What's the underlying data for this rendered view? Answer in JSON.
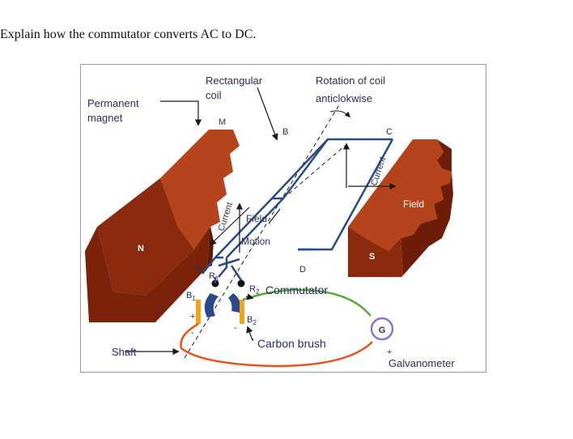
{
  "question": "Explain how the commutator converts AC to DC.",
  "labels": {
    "permanent_magnet_line1": "Permanent",
    "permanent_magnet_line2": "magnet",
    "rectangular_coil_line1": "Rectangular",
    "rectangular_coil_line2": "coil",
    "rotation_line1": "Rotation of coil",
    "rotation_line2": "anticlokwise",
    "pole_n": "N",
    "pole_s": "S",
    "corner_a": "A",
    "corner_b": "B",
    "corner_c": "C",
    "corner_d": "D",
    "corner_m": "M",
    "current_left": "Current",
    "current_right": "Current",
    "field_center": "Field",
    "motion": "Motion",
    "field_right": "Field",
    "ring_r1": "R",
    "ring_r1_sub": "1",
    "ring_r2": "R",
    "ring_r2_sub": "2",
    "commutator": "Commutator",
    "brush_b1": "B",
    "brush_b1_sub": "1",
    "brush_b2": "B",
    "brush_b2_sub": "2",
    "carbon_brush": "Carbon brush",
    "shaft": "Shaft",
    "galvanometer_symbol": "G",
    "galvanometer": "Galvanometer",
    "plus_left": "+",
    "minus_left": "-",
    "minus_right": "-",
    "plus_right": "+"
  },
  "colors": {
    "magnet_front": "#8b2a0e",
    "magnet_top": "#b5441c",
    "magnet_side": "#6e1e08",
    "coil": "#2a4a8a",
    "brush": "#f2a31c",
    "wire_orange": "#e8541c",
    "wire_green": "#5aa83a",
    "galvanometer_ring": "#8a78c8",
    "label": "#2a3060"
  }
}
